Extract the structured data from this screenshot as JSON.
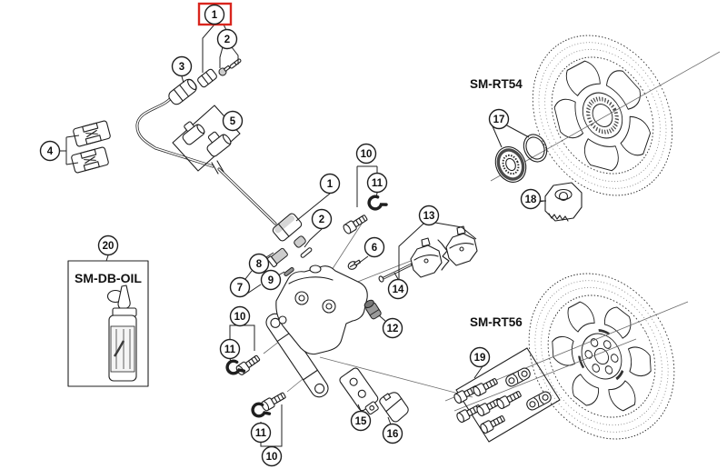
{
  "diagram": {
    "colors": {
      "background": "#ffffff",
      "line": "#1f1f1f",
      "highlight": "#d9251d"
    },
    "model_labels": [
      {
        "id": "sm-rt54",
        "text": "SM-RT54"
      },
      {
        "id": "sm-rt56",
        "text": "SM-RT56"
      },
      {
        "id": "sm-db-oil",
        "text": "SM-DB-OIL"
      }
    ],
    "callouts": [
      {
        "ref": "1",
        "highlighted": true
      },
      {
        "ref": "2"
      },
      {
        "ref": "3"
      },
      {
        "ref": "4"
      },
      {
        "ref": "5"
      },
      {
        "ref": "1"
      },
      {
        "ref": "2"
      },
      {
        "ref": "10"
      },
      {
        "ref": "11"
      },
      {
        "ref": "6"
      },
      {
        "ref": "13"
      },
      {
        "ref": "14"
      },
      {
        "ref": "7"
      },
      {
        "ref": "8"
      },
      {
        "ref": "9"
      },
      {
        "ref": "12"
      },
      {
        "ref": "20"
      },
      {
        "ref": "17"
      },
      {
        "ref": "18"
      },
      {
        "ref": "19"
      },
      {
        "ref": "10"
      },
      {
        "ref": "11"
      },
      {
        "ref": "11"
      },
      {
        "ref": "10"
      },
      {
        "ref": "15"
      },
      {
        "ref": "16"
      }
    ]
  }
}
